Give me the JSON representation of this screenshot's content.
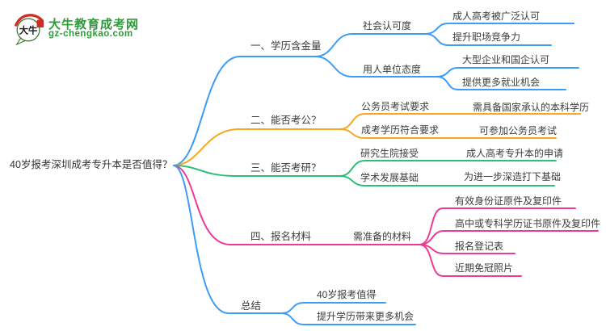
{
  "site": {
    "name": "大牛教育成考网",
    "domain": "gz-chengkao.com",
    "logo_bubble_text": "大牛",
    "brand_color": "#2e9b3a"
  },
  "colors": {
    "blue": "#3d9cf5",
    "orange": "#f7a823",
    "green": "#2ebe77",
    "pink": "#ed3a95",
    "text": "#3c3c3c"
  },
  "root": {
    "label": "40岁报考深圳成考专升本是否值得？"
  },
  "branches": [
    {
      "label": "一、学历含金量",
      "color": "#3d9cf5",
      "children": [
        {
          "label": "社会认可度",
          "children": [
            {
              "label": "成人高考被广泛认可"
            },
            {
              "label": "提升职场竞争力"
            }
          ]
        },
        {
          "label": "用人单位态度",
          "children": [
            {
              "label": "大型企业和国企认可"
            },
            {
              "label": "提供更多就业机会"
            }
          ]
        }
      ]
    },
    {
      "label": "二、能否考公？",
      "color": "#f7a823",
      "children": [
        {
          "label": "公务员考试要求",
          "children": [
            {
              "label": "需具备国家承认的本科学历"
            }
          ]
        },
        {
          "label": "成考学历符合要求",
          "children": [
            {
              "label": "可参加公务员考试"
            }
          ]
        }
      ]
    },
    {
      "label": "三、能否考研？",
      "color": "#2ebe77",
      "children": [
        {
          "label": "研究生院接受",
          "children": [
            {
              "label": "成人高考专升本的申请"
            }
          ]
        },
        {
          "label": "学术发展基础",
          "children": [
            {
              "label": "为进一步深造打下基础"
            }
          ]
        }
      ]
    },
    {
      "label": "四、报名材料",
      "color": "#ed3a95",
      "children": [
        {
          "label": "需准备的材料",
          "children": [
            {
              "label": "有效身份证原件及复印件"
            },
            {
              "label": "高中或专科学历证书原件及复印件"
            },
            {
              "label": "报名登记表"
            },
            {
              "label": "近期免冠照片"
            }
          ]
        }
      ]
    },
    {
      "label": "总结",
      "color": "#3d9cf5",
      "children": [
        {
          "label": "40岁报考值得"
        },
        {
          "label": "提升学历带来更多机会"
        }
      ]
    }
  ]
}
